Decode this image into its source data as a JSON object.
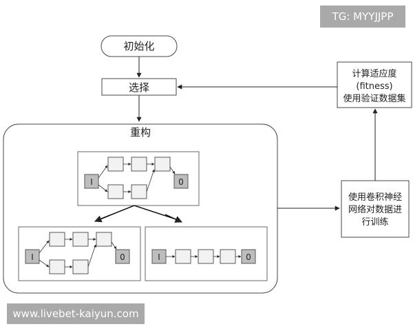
{
  "nodes": {
    "init": "初始化",
    "select": "选择",
    "rebuild": "重构",
    "fitness": [
      "计算适应度",
      "(fitness)",
      "使用验证数据集"
    ],
    "train": [
      "使用卷积神经",
      "网络对数据进",
      "行训练"
    ]
  },
  "network": {
    "input_label": "I",
    "output_label": "0"
  },
  "watermarks": {
    "tg": "TG: MYYJJPP",
    "url": "www.livebet-kaiyun.com"
  },
  "colors": {
    "stroke": "#333333",
    "line": "#222222",
    "box_fill": "#ffffff",
    "small_box_fill": "#f2f2f2",
    "io_fill": "#bdbdbd",
    "watermark_bg": "#a9a9a9"
  }
}
